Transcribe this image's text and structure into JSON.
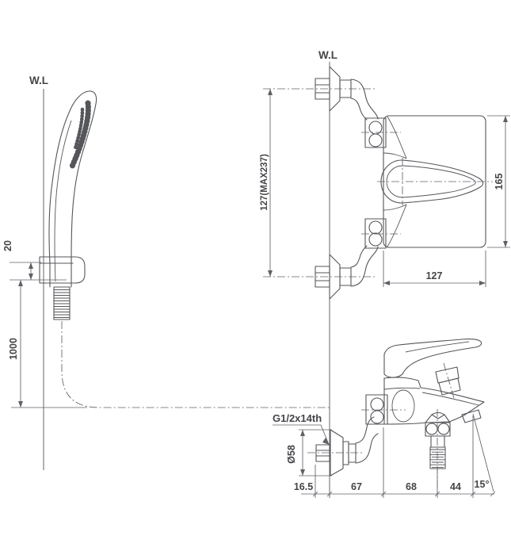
{
  "drawing": {
    "colors": {
      "background": "#ffffff",
      "line": "#55565a",
      "dimension": "#606167",
      "text": "#454549"
    },
    "views": {
      "hand_shower": {
        "water_line": "W.L",
        "dim_bracket_offset": "20",
        "dim_hose_drop": "1000"
      },
      "front": {
        "water_line": "W.L",
        "dim_inlet_spacing": "127(MAX237)",
        "dim_body_height": "165",
        "dim_body_width": "127"
      },
      "side": {
        "label_thread": "G1/2x14th",
        "label_flange_diameter": "Ø58",
        "dim_thread_depth": "16.5",
        "dim_union_reach": "67",
        "dim_body_depth": "68",
        "dim_spout_tip": "44",
        "dim_spout_angle": "15°"
      }
    }
  }
}
